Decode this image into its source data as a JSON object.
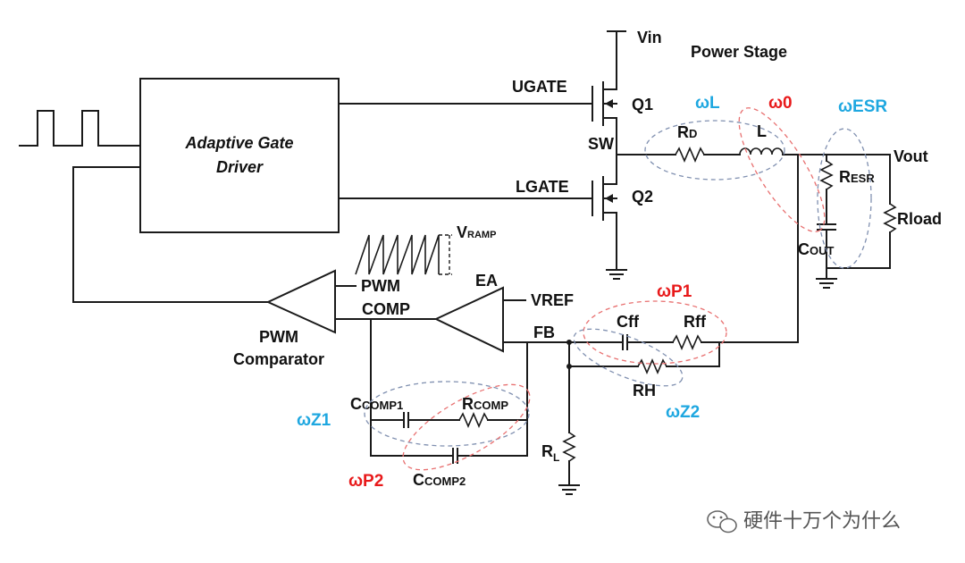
{
  "labels": {
    "vin": "Vin",
    "power_stage": "Power Stage",
    "ugate": "UGATE",
    "lgate": "LGATE",
    "q1": "Q1",
    "q2": "Q2",
    "sw": "SW",
    "rd_main": "R",
    "rd_sub": "D",
    "l": "L",
    "resr_main": "R",
    "resr_sub": "ESR",
    "vout": "Vout",
    "rload": "Rload",
    "cout_main": "C",
    "cout_sub": "OUT",
    "gate_driver_line1": "Adaptive Gate",
    "gate_driver_line2": "Driver",
    "vramp_main": "V",
    "vramp_sub": "RAMP",
    "ea": "EA",
    "pwm": "PWM",
    "vref": "VREF",
    "comp": "COMP",
    "fb": "FB",
    "pwm_comparator_line1": "PWM",
    "pwm_comparator_line2": "Comparator",
    "cff": "Cff",
    "rff": "Rff",
    "rh": "RH",
    "ccomp1_main": "C",
    "ccomp1_sub": "COMP1",
    "rcomp_main": "R",
    "rcomp_sub": "COMP",
    "ccomp2_main": "C",
    "ccomp2_sub": "COMP2",
    "rl_main": "R",
    "rl_sub": "L"
  },
  "annotations": {
    "wl": "ωL",
    "w0": "ω0",
    "wesr": "ωESR",
    "wp1": "ωP1",
    "wz2": "ωZ2",
    "wz1": "ωZ1",
    "wp2": "ωP2"
  },
  "colors": {
    "blue_annotation": "#1ea7e0",
    "red_annotation": "#e8191a",
    "wire": "#1a1a1a"
  },
  "watermark": {
    "icon": "wechat-icon",
    "text": "硬件十万个为什么"
  }
}
